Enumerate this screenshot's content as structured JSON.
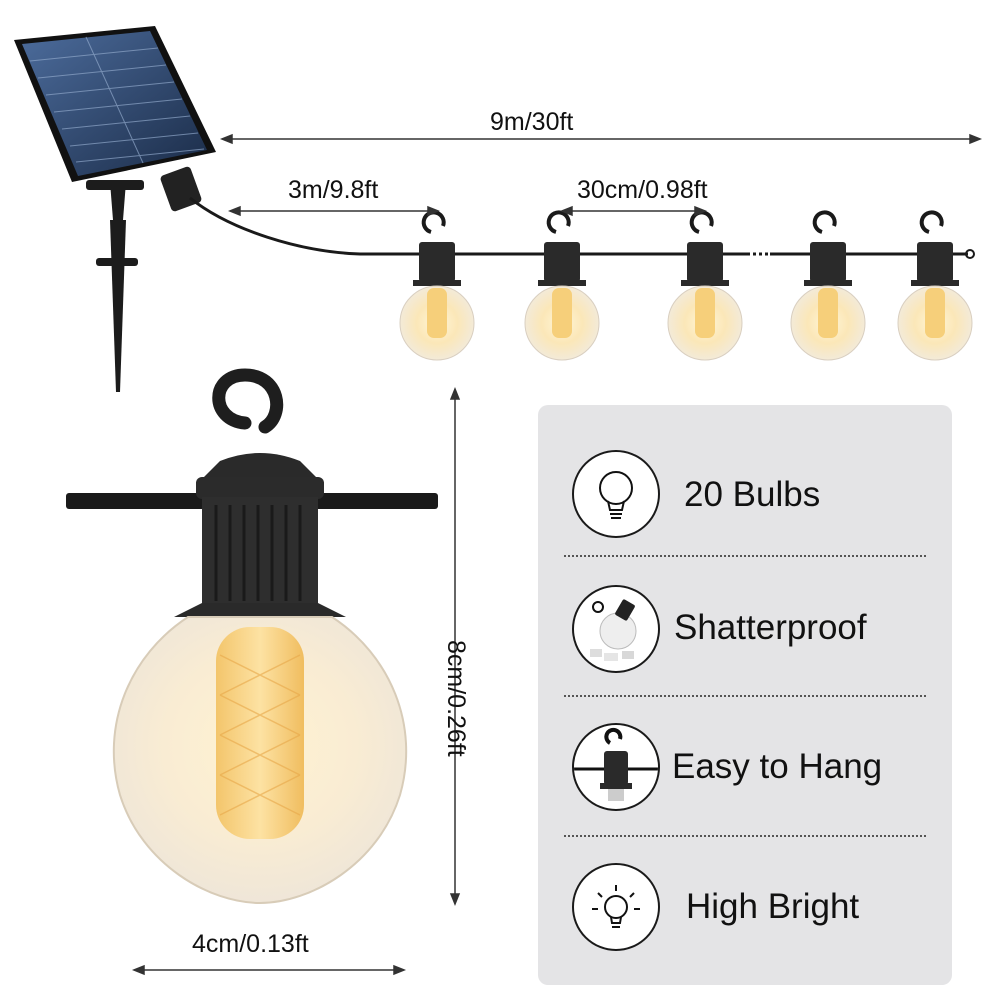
{
  "dimensions": {
    "total_length": "9m/30ft",
    "lead_wire": "3m/9.8ft",
    "bulb_spacing": "30cm/0.98ft",
    "bulb_height": "8cm/0.26ft",
    "bulb_width": "4cm/0.13ft"
  },
  "features": [
    {
      "label": "20 Bulbs",
      "icon": "bulb-outline-icon"
    },
    {
      "label": "Shatterproof",
      "icon": "shatterproof-bulb-icon"
    },
    {
      "label": "Easy to Hang",
      "icon": "hanging-socket-icon"
    },
    {
      "label": "High Bright",
      "icon": "bright-bulb-icon"
    }
  ],
  "colors": {
    "panel_background": "#e4e4e6",
    "bulb_glow": "#f7c35a",
    "socket": "#2a2a2a",
    "solar_panel": "#1f3556"
  }
}
